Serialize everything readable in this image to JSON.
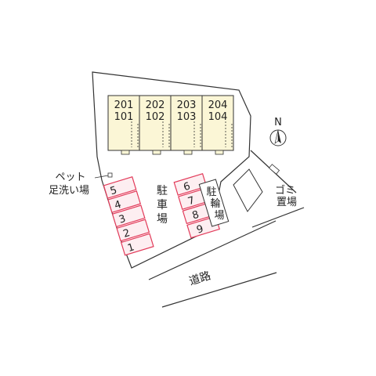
{
  "units": {
    "upper": [
      "201",
      "202",
      "203",
      "204"
    ],
    "lower": [
      "101",
      "102",
      "103",
      "104"
    ]
  },
  "parking": {
    "label_chars": [
      "駐",
      "車",
      "場"
    ],
    "left_slots": [
      "5",
      "4",
      "3",
      "2",
      "1"
    ],
    "right_slots": [
      "6",
      "7",
      "8",
      "9"
    ]
  },
  "bicycle": {
    "label_chars": [
      "駐",
      "輪",
      "場"
    ]
  },
  "pet_wash": {
    "line1": "ペット",
    "line2": "足洗い場"
  },
  "garbage": {
    "line1": "ゴミ",
    "line2": "置場"
  },
  "road": {
    "label": "道路"
  },
  "compass": {
    "north": "N"
  },
  "colors": {
    "building_fill": "#fbf6d6",
    "parking_stroke": "#e23b5a",
    "parking_fill": "#fdeef1",
    "outline": "#333333"
  }
}
